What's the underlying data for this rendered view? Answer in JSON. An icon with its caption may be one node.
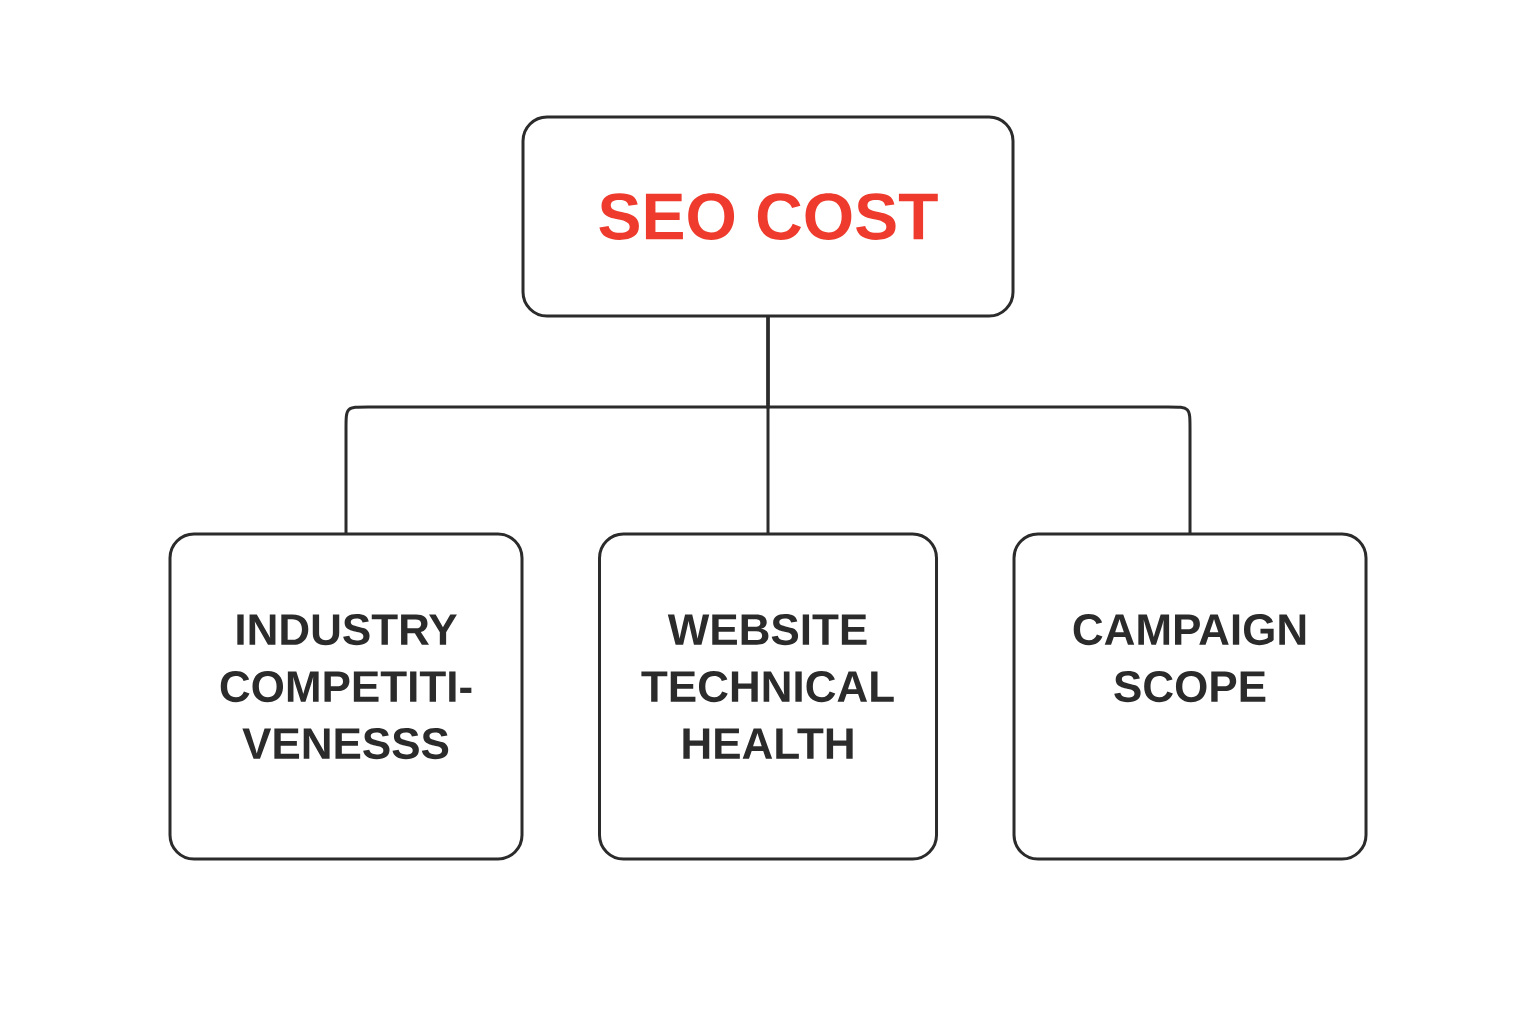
{
  "diagram": {
    "nodes": [
      {
        "text": [
          "SEO COST"
        ]
      },
      {
        "text": [
          "INDUSTRY COMPETITI- VENESSS"
        ]
      },
      {
        "text": [
          "WEBSITE TECHNICAL HEALTH"
        ]
      },
      {
        "text": [
          "CAMPAIGN SCOPE"
        ]
      }
    ],
    "edges": [
      {
        "from": 0,
        "to": 1,
        "arrow": "none"
      },
      {
        "from": 0,
        "to": 2,
        "arrow": "none"
      },
      {
        "from": 0,
        "to": 3,
        "arrow": "none"
      }
    ]
  }
}
